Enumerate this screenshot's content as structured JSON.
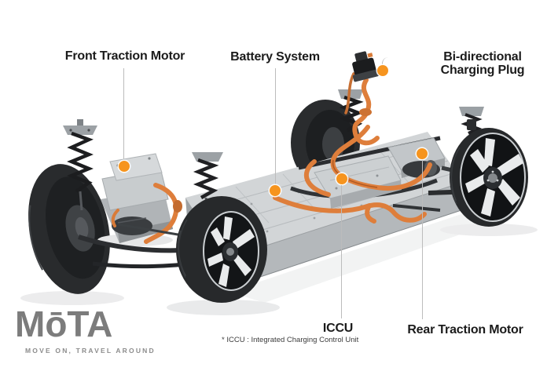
{
  "annotations": {
    "front_traction_motor": "Front Traction Motor",
    "battery_system": "Battery System",
    "bidirectional_line1": "Bi-directional",
    "bidirectional_line2": "Charging Plug",
    "iccu": "ICCU",
    "rear_traction_motor": "Rear Traction Motor",
    "footnote": "* ICCU : Integrated Charging Control Unit"
  },
  "branding": {
    "logo_text": "MōTA",
    "tagline": "MOVE ON, TRAVEL AROUND"
  },
  "colors": {
    "marker_orange": "#F6941E",
    "cable_orange": "#DE7E3B",
    "leader_gray": "#BCBCBC",
    "label_text": "#1B1B1B",
    "logo_gray": "#7C7C7C",
    "battery_gray": "#D2D5D7",
    "background": "#FFFFFF"
  }
}
